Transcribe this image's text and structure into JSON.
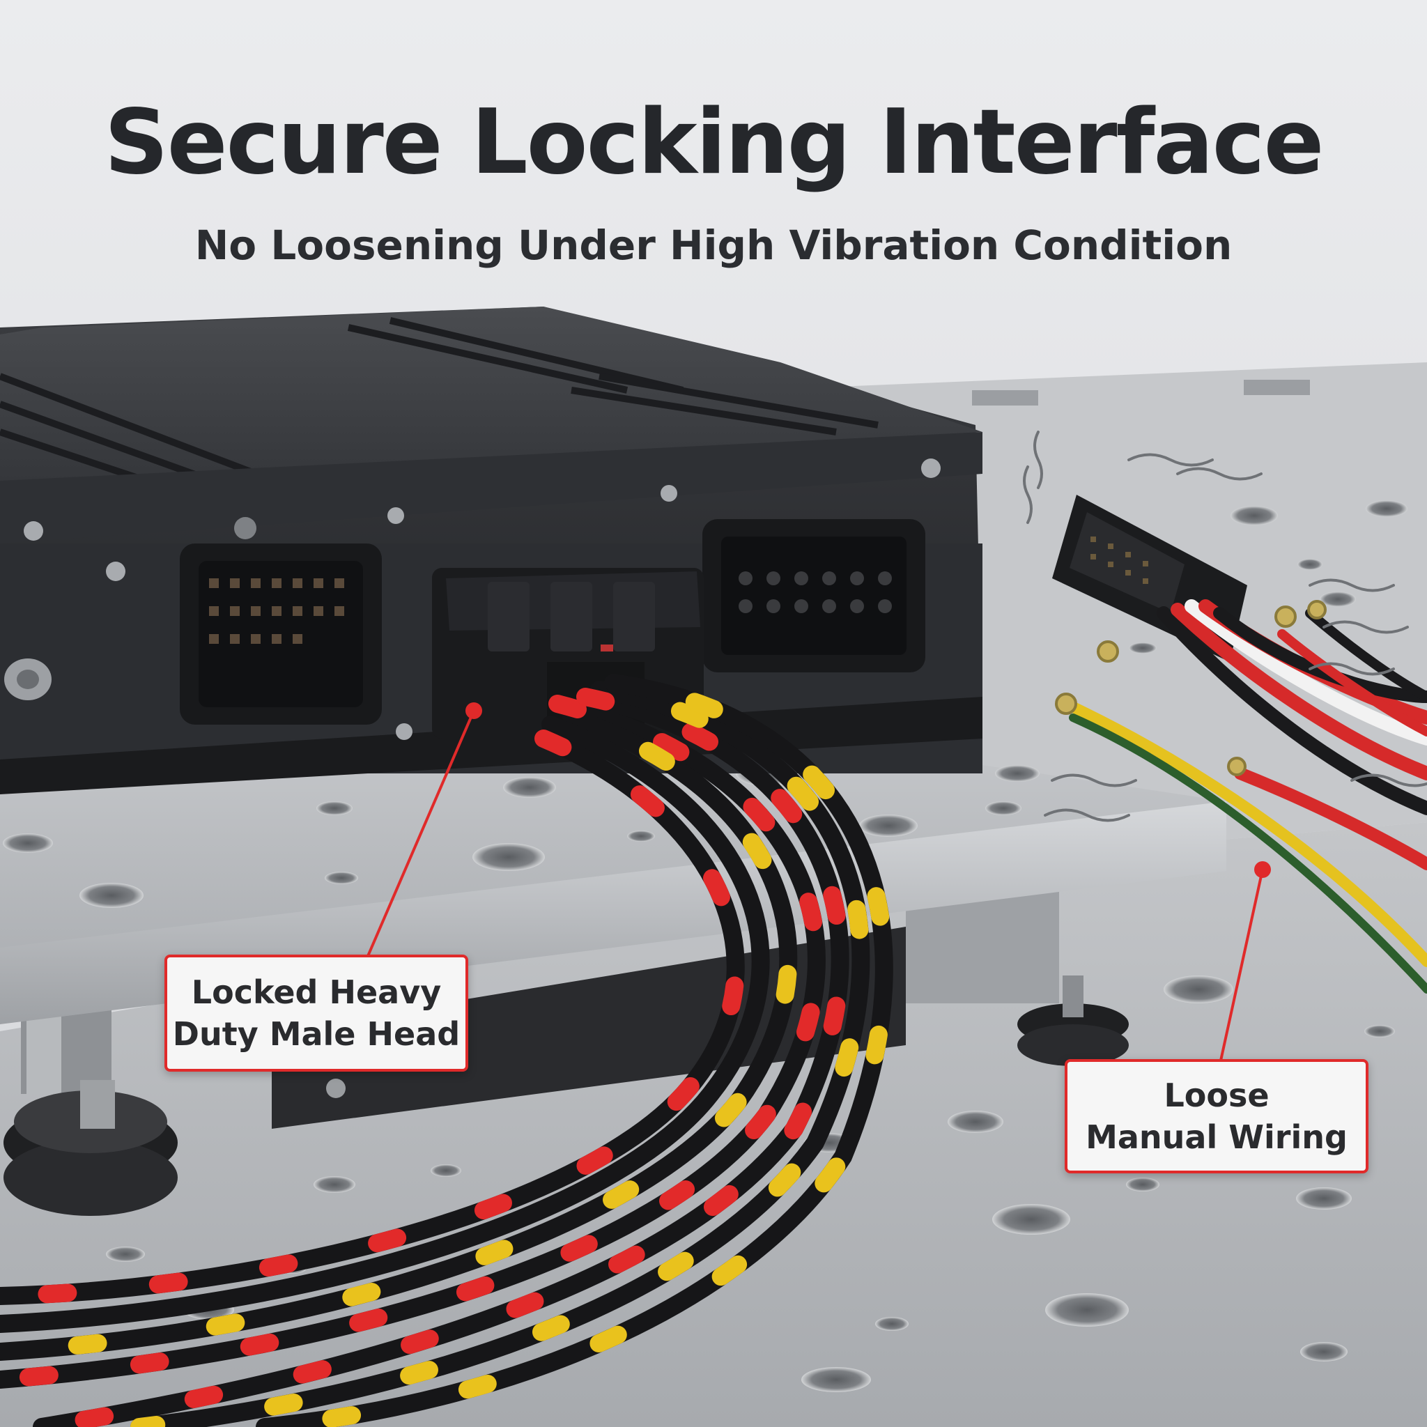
{
  "heading": {
    "title": "Secure Locking Interface",
    "subtitle": "No Loosening Under High Vibration Condition"
  },
  "callouts": {
    "locked": {
      "line1": "Locked Heavy",
      "line2": "Duty Male Head"
    },
    "loose": {
      "line1": "Loose",
      "line2": "Manual Wiring"
    }
  },
  "colors": {
    "accent_red": "#e02a2a",
    "text_dark": "#25272b",
    "background": "#e6e7e9",
    "ecu_body": "#2a2c30",
    "plate": "#b9bcc0"
  },
  "icons": [
    "vibration-wave-icon",
    "callout-dot-icon"
  ]
}
